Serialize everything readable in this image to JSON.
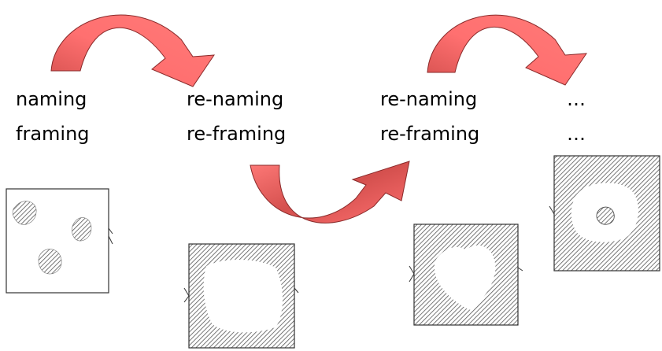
{
  "colors": {
    "arrow_fill": "#ff7070",
    "arrow_shade": "#d4504e",
    "arrow_stroke": "#8a2a2a",
    "hatch": "#555555",
    "frame": "#333333"
  },
  "columns": [
    {
      "top": "naming",
      "bottom": "framing"
    },
    {
      "top": "re-naming",
      "bottom": "re-framing"
    },
    {
      "top": "re-naming",
      "bottom": "re-framing"
    },
    {
      "top": "…",
      "bottom": "…"
    }
  ]
}
